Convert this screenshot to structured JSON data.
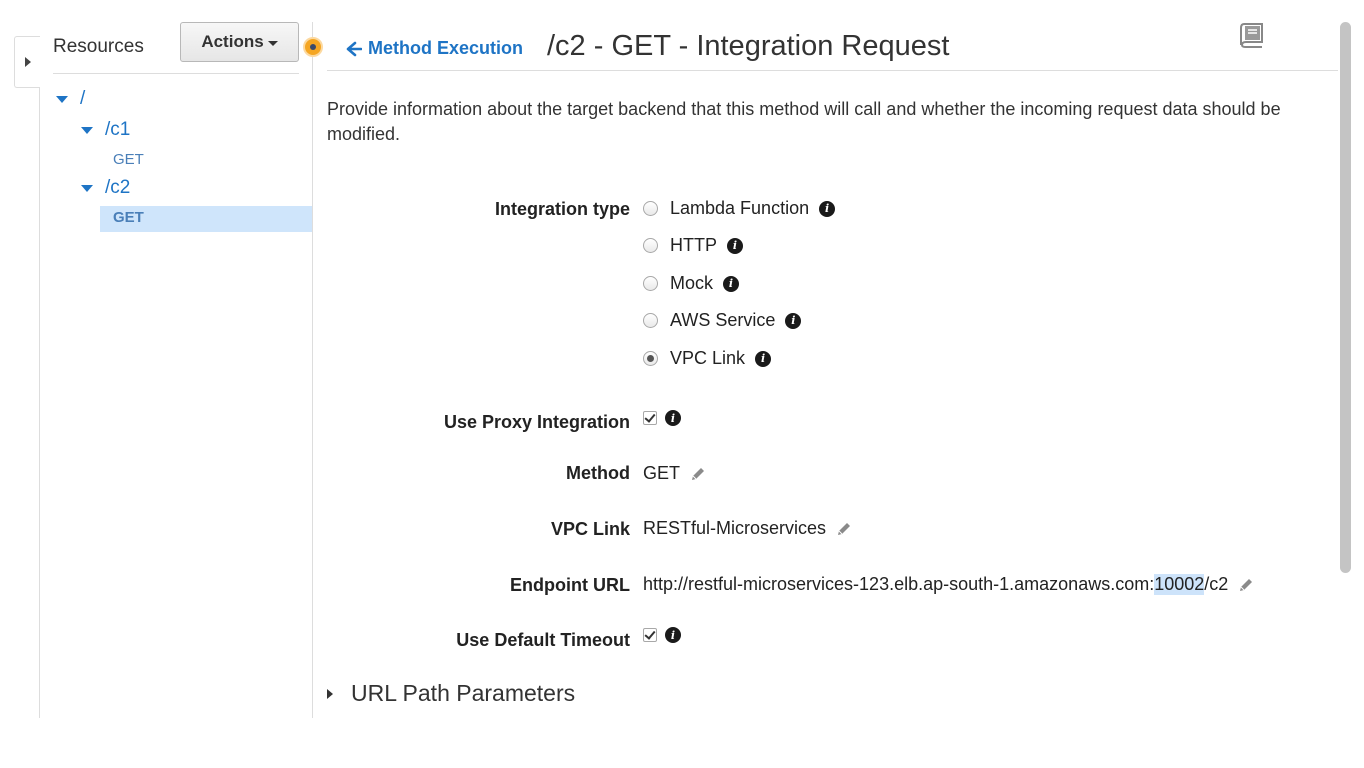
{
  "sidebar": {
    "title": "Resources",
    "actions_label": "Actions",
    "tree": {
      "root": "/",
      "c1": "/c1",
      "c1_get": "GET",
      "c2": "/c2",
      "c2_get": "GET"
    }
  },
  "header": {
    "back_label": "Method Execution",
    "title": "/c2 - GET - Integration Request"
  },
  "description": "Provide information about the target backend that this method will call and whether the incoming request data should be modified.",
  "form": {
    "integration_type_label": "Integration type",
    "integration_options": [
      "Lambda Function",
      "HTTP",
      "Mock",
      "AWS Service",
      "VPC Link"
    ],
    "selected_option": "VPC Link",
    "proxy_label": "Use Proxy Integration",
    "method_label": "Method",
    "method_value": "GET",
    "vpc_link_label": "VPC Link",
    "vpc_link_value": "RESTful-Microservices",
    "endpoint_label": "Endpoint URL",
    "endpoint_prefix": "http://restful-microservices-123.elb.ap-south-1.amazonaws.com:",
    "endpoint_port": "10002",
    "endpoint_suffix": "/c2",
    "timeout_label": "Use Default Timeout"
  },
  "sections": {
    "url_path_params": "URL Path Parameters"
  },
  "colors": {
    "link": "#1e74c5",
    "selected_bg": "#cfe5fb",
    "accent": "#f5a623"
  }
}
